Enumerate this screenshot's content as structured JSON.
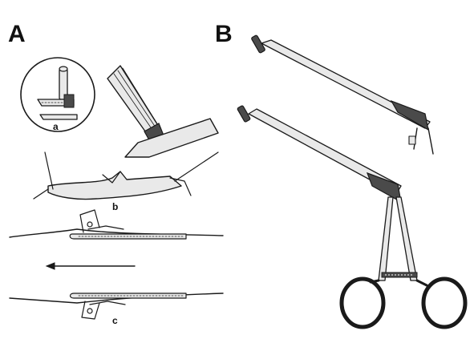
{
  "panels": {
    "A": {
      "label": "A"
    },
    "B": {
      "label": "B"
    }
  },
  "subpanels": {
    "a": "a",
    "b": "b",
    "c": "c"
  },
  "colors": {
    "ink": "#1a1a1a",
    "background": "#ffffff",
    "metal": "#e9e9e9"
  }
}
